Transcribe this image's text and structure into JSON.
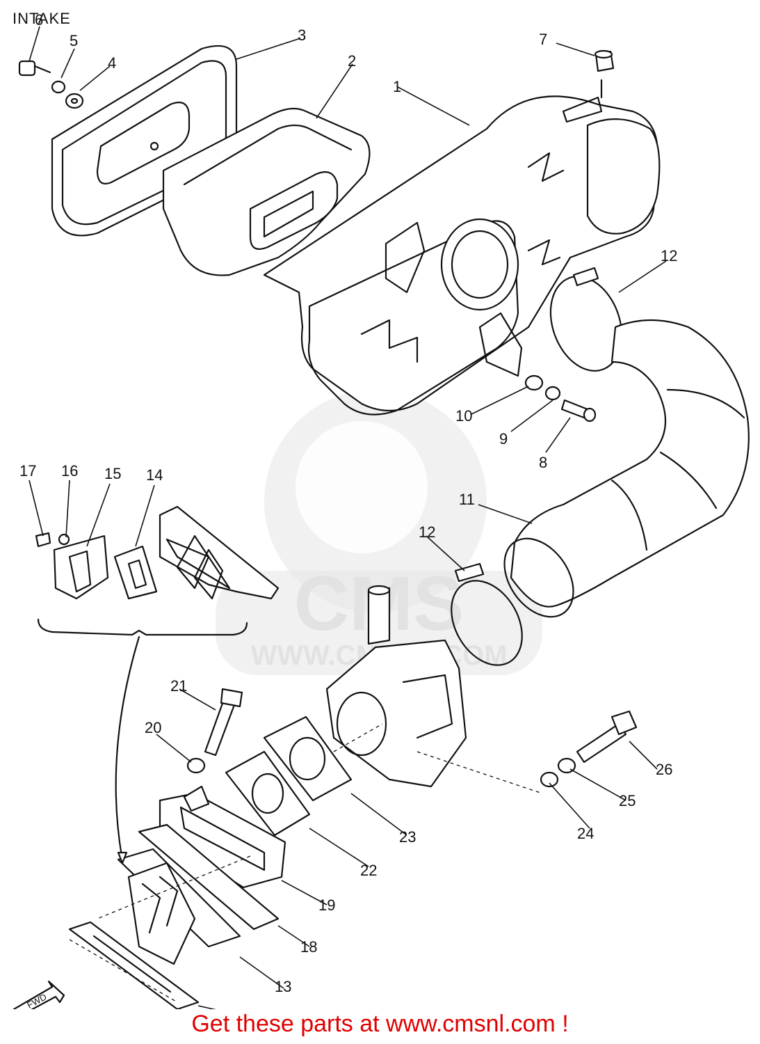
{
  "title": "INTAKE",
  "watermark": {
    "brand": "CMS",
    "site": "WWW.CMSNL.COM"
  },
  "callouts": [
    "1",
    "2",
    "3",
    "4",
    "5",
    "6",
    "7",
    "8",
    "9",
    "10",
    "11",
    "12",
    "12",
    "13",
    "14",
    "15",
    "16",
    "16",
    "17",
    "18",
    "18",
    "19",
    "20",
    "21",
    "22",
    "23",
    "24",
    "25",
    "26"
  ],
  "fwd_label": "FWD",
  "footer": "Get these parts at www.cmsnl.com !",
  "colors": {
    "line": "#111111",
    "footer": "#e00000",
    "watermark": "#e2e2e2"
  }
}
